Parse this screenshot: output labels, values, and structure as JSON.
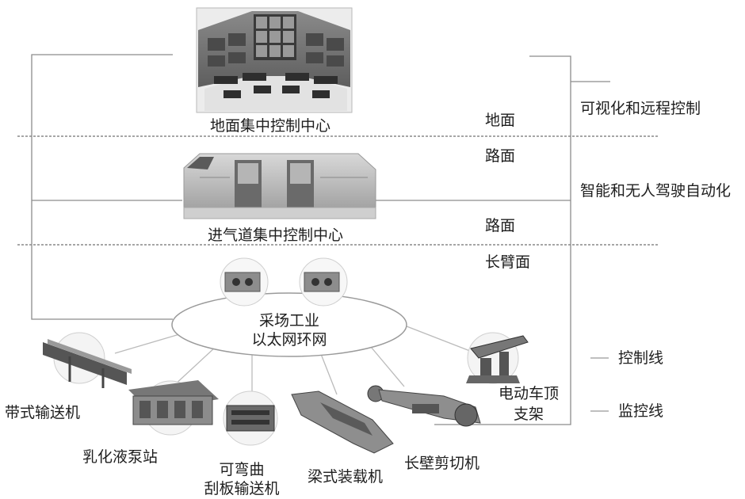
{
  "levels": {
    "ground": "地面",
    "road_upper": "路面",
    "road_lower": "路面",
    "longwall": "长臂面"
  },
  "categories": {
    "visual_remote": "可视化和远程控制",
    "intelligent": "智能和无人驾驶自动化"
  },
  "centers": {
    "surface": "地面集中控制中心",
    "intake": "进气道集中控制中心"
  },
  "network": {
    "line1": "采场工业",
    "line2": "以太网环网"
  },
  "equipment": {
    "belt": "带式输送机",
    "pump": "乳化液泵站",
    "scraper_line1": "可弯曲",
    "scraper_line2": "刮板输送机",
    "loader": "梁式装载机",
    "shearer": "长壁剪切机",
    "support_line1": "电动车顶",
    "support_line2": "支架"
  },
  "legend": {
    "control": "控制线",
    "monitor": "监控线"
  }
}
